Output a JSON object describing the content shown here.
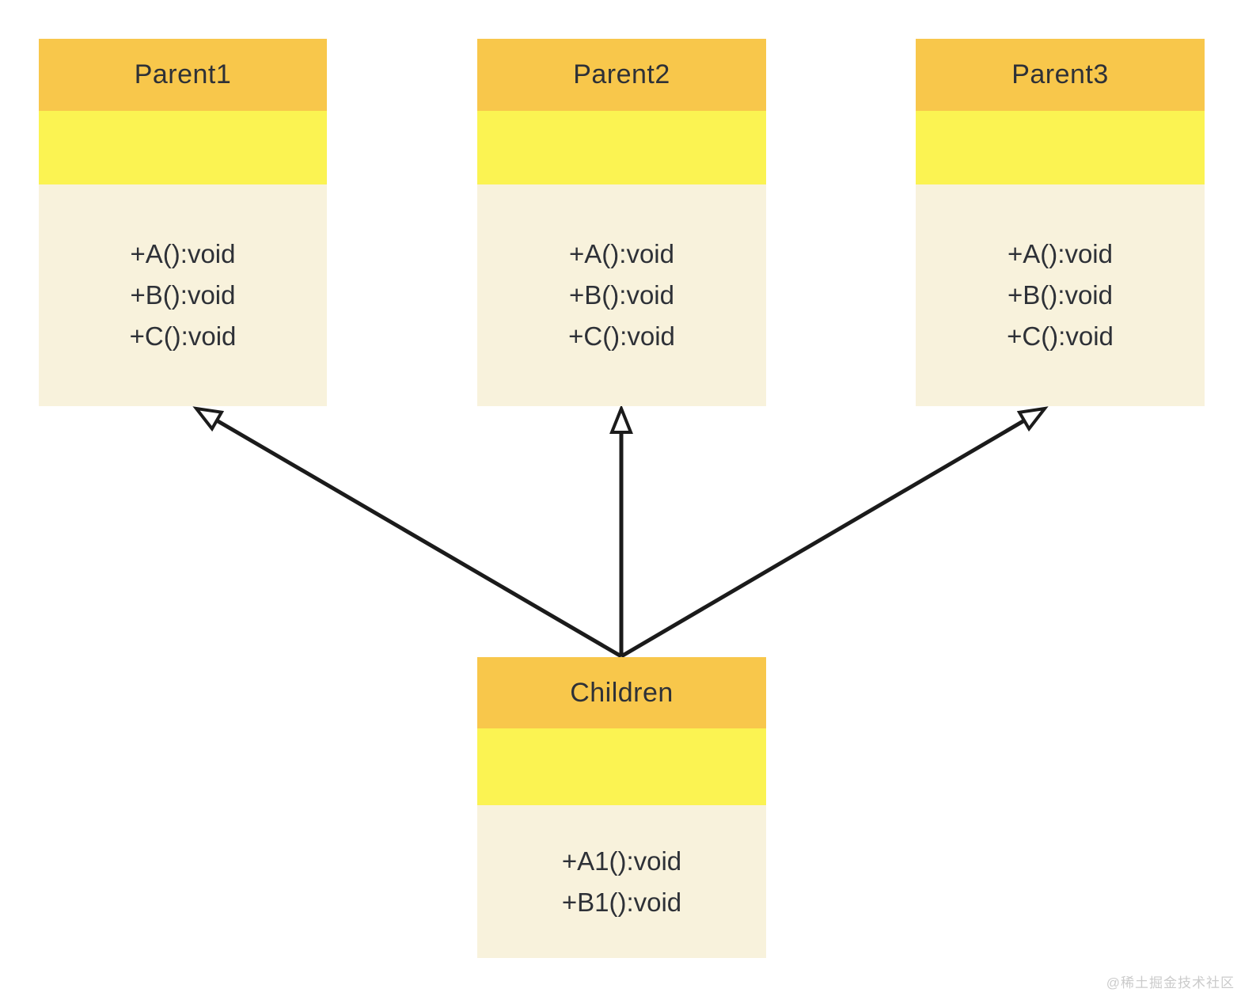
{
  "diagram": {
    "type": "uml-class-diagram",
    "classes": [
      {
        "name": "Parent1",
        "fields": [],
        "methods": [
          "+A():void",
          "+B():void",
          "+C():void"
        ]
      },
      {
        "name": "Parent2",
        "fields": [],
        "methods": [
          "+A():void",
          "+B():void",
          "+C():void"
        ]
      },
      {
        "name": "Parent3",
        "fields": [],
        "methods": [
          "+A():void",
          "+B():void",
          "+C():void"
        ]
      },
      {
        "name": "Children",
        "fields": [],
        "methods": [
          "+A1():void",
          "+B1():void"
        ]
      }
    ],
    "relations": [
      {
        "from": "Children",
        "to": "Parent1",
        "type": "generalization"
      },
      {
        "from": "Children",
        "to": "Parent2",
        "type": "generalization"
      },
      {
        "from": "Children",
        "to": "Parent3",
        "type": "generalization"
      }
    ]
  },
  "colors": {
    "class_header": "#f8c74b",
    "class_fields": "#fbf352",
    "class_methods": "#f8f2dc",
    "text": "#2e3137",
    "arrow": "#1b1b1b",
    "watermark": "#cbcbcb"
  },
  "watermark": "@稀土掘金技术社区"
}
